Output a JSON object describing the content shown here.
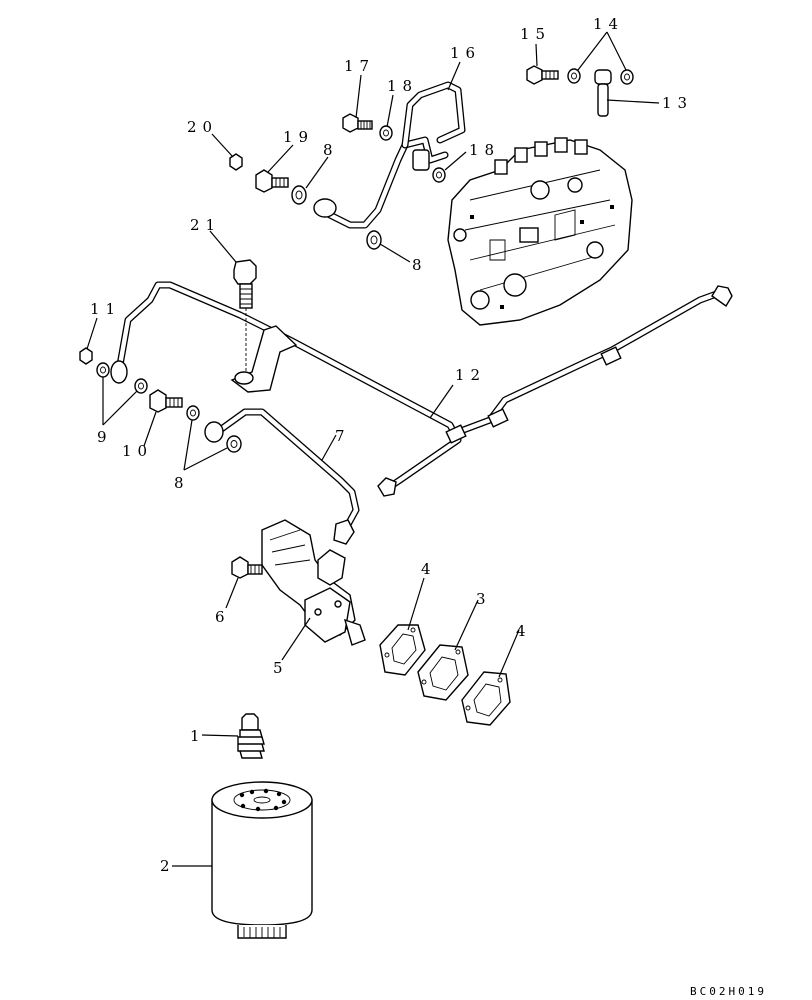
{
  "labels": {
    "l1": "1",
    "l2": "2",
    "l3": "3",
    "l4a": "4",
    "l4b": "4",
    "l5": "5",
    "l6": "6",
    "l7": "7",
    "l8a": "8",
    "l8b": "8",
    "l8c": "8",
    "l9": "9",
    "l10": "10",
    "l11": "11",
    "l12": "12",
    "l13": "13",
    "l14": "14",
    "l15": "15",
    "l16": "16",
    "l17": "17",
    "l18a": "18",
    "l18b": "18",
    "l19": "19",
    "l20": "20",
    "l21": "21"
  },
  "drawing_code": "BC02H019"
}
